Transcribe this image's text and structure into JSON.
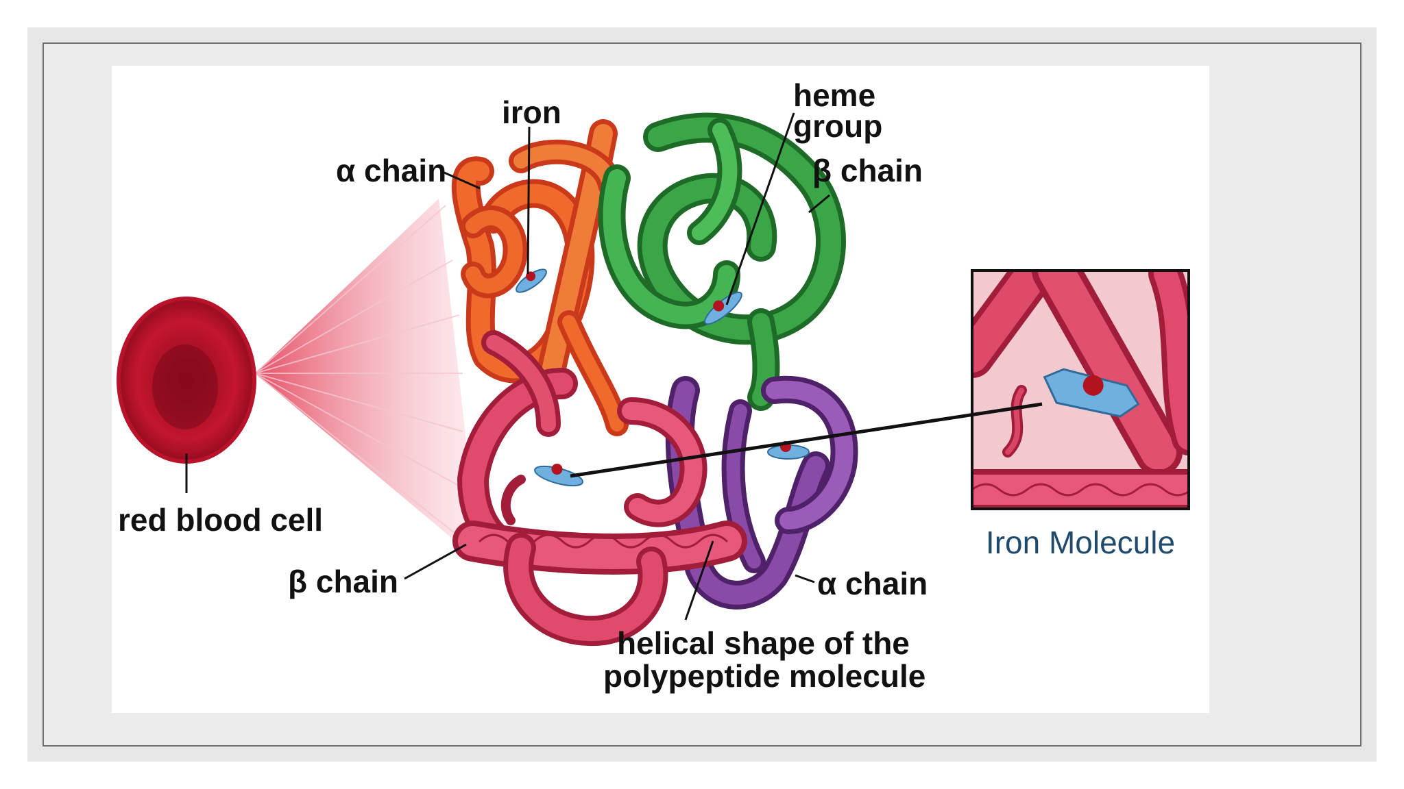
{
  "labels": {
    "iron": "iron",
    "heme_group_line1": "heme",
    "heme_group_line2": "group",
    "alpha_chain_top": "α chain",
    "beta_chain_top": "β chain",
    "red_blood_cell": "red blood cell",
    "beta_chain_bottom": "β chain",
    "alpha_chain_bottom": "α chain",
    "helical_line1": "helical shape of the",
    "helical_line2": "polypeptide molecule"
  },
  "inset": {
    "caption": "Iron Molecule"
  },
  "colors": {
    "alpha_chain_top": "#e8501f",
    "beta_chain_top": "#2f9a3a",
    "beta_chain_bottom": "#d8365c",
    "alpha_chain_bottom": "#7a3d9a",
    "red_blood_cell": "#c0112d",
    "heme": "#6fb0e0",
    "iron": "#b3121f"
  }
}
